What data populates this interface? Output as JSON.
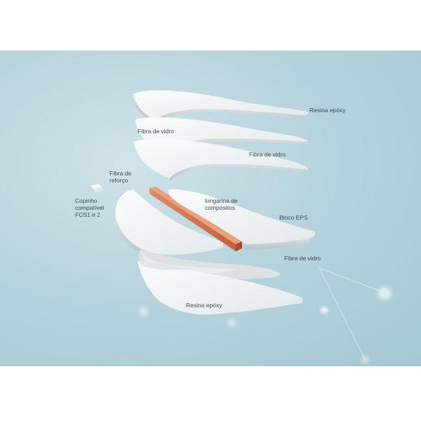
{
  "labels": {
    "resina_top": "Resina epóxy",
    "fibra_vidro_1": "Fibra de vidro",
    "fibra_vidro_2": "Fibra de vidro",
    "fibra_reforco": "Fibra de\nreforço",
    "copinho": "Copinho\ncompatível\nFCS1 e 2",
    "longarina": "longarina de\ncompósitos",
    "bloco_eps": "Bloco EPS",
    "fibra_vidro_3": "Fibra de vidro",
    "resina_bottom": "Resina epóxy"
  },
  "colors": {
    "background": "#b7d4dd",
    "layer": "#f2f3f3",
    "stringer": "#d9734c",
    "label": "#3b4a50"
  }
}
